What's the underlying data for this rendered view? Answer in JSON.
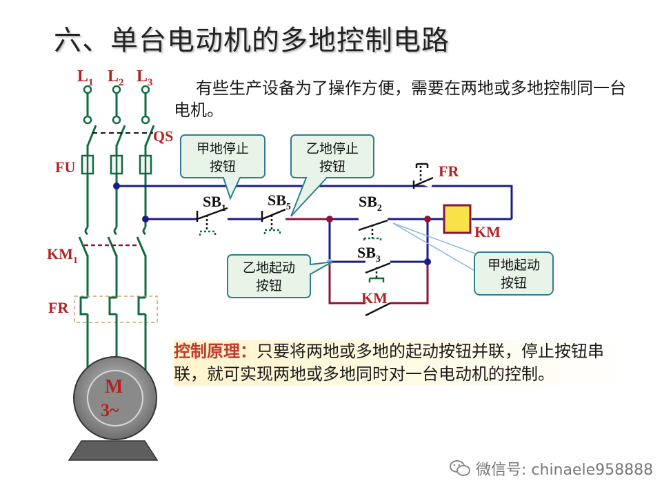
{
  "title": "六、单台电动机的多地控制电路",
  "intro": "有些生产设备为了操作方便，需要在两地或多地控制同一台电机。",
  "principle": {
    "label": "控制原理：",
    "text": "只要将两地或多地的起动按钮并联，停止按钮串联，就可实现两地或多地同时对一台电动机的控制。"
  },
  "labels": {
    "L1": "L",
    "L1_sub": "1",
    "L2": "L",
    "L2_sub": "2",
    "L3": "L",
    "L3_sub": "3",
    "QS": "QS",
    "FU": "FU",
    "KM1": "KM",
    "KM1_sub": "1",
    "FR_main": "FR",
    "motor_M": "M",
    "motor_3": "3~",
    "FR_ctrl": "FR",
    "SB1": "SB",
    "SB1_sub": "1",
    "SB5": "SB",
    "SB5_sub": "5",
    "SB2": "SB",
    "SB2_sub": "2",
    "SB3": "SB",
    "SB3_sub": "3",
    "KM_coil": "KM",
    "KM_aux": "KM"
  },
  "callouts": {
    "jia_stop": [
      "甲地停止",
      "按钮"
    ],
    "yi_stop": [
      "乙地停止",
      "按钮"
    ],
    "yi_start": [
      "乙地起动",
      "按钮"
    ],
    "jia_start": [
      "甲地起动",
      "按钮"
    ]
  },
  "watermark": "微信号: chinaele958888",
  "colors": {
    "label_red": "#b22222",
    "main_wire": "#0f6b3f",
    "ctrl_wire": "#1a1a8c",
    "branch_wire": "#8a1538",
    "coil_fill": "#f7e24a",
    "callout_fill": "#e8f4e8",
    "callout_stroke": "#2e7d8c"
  }
}
